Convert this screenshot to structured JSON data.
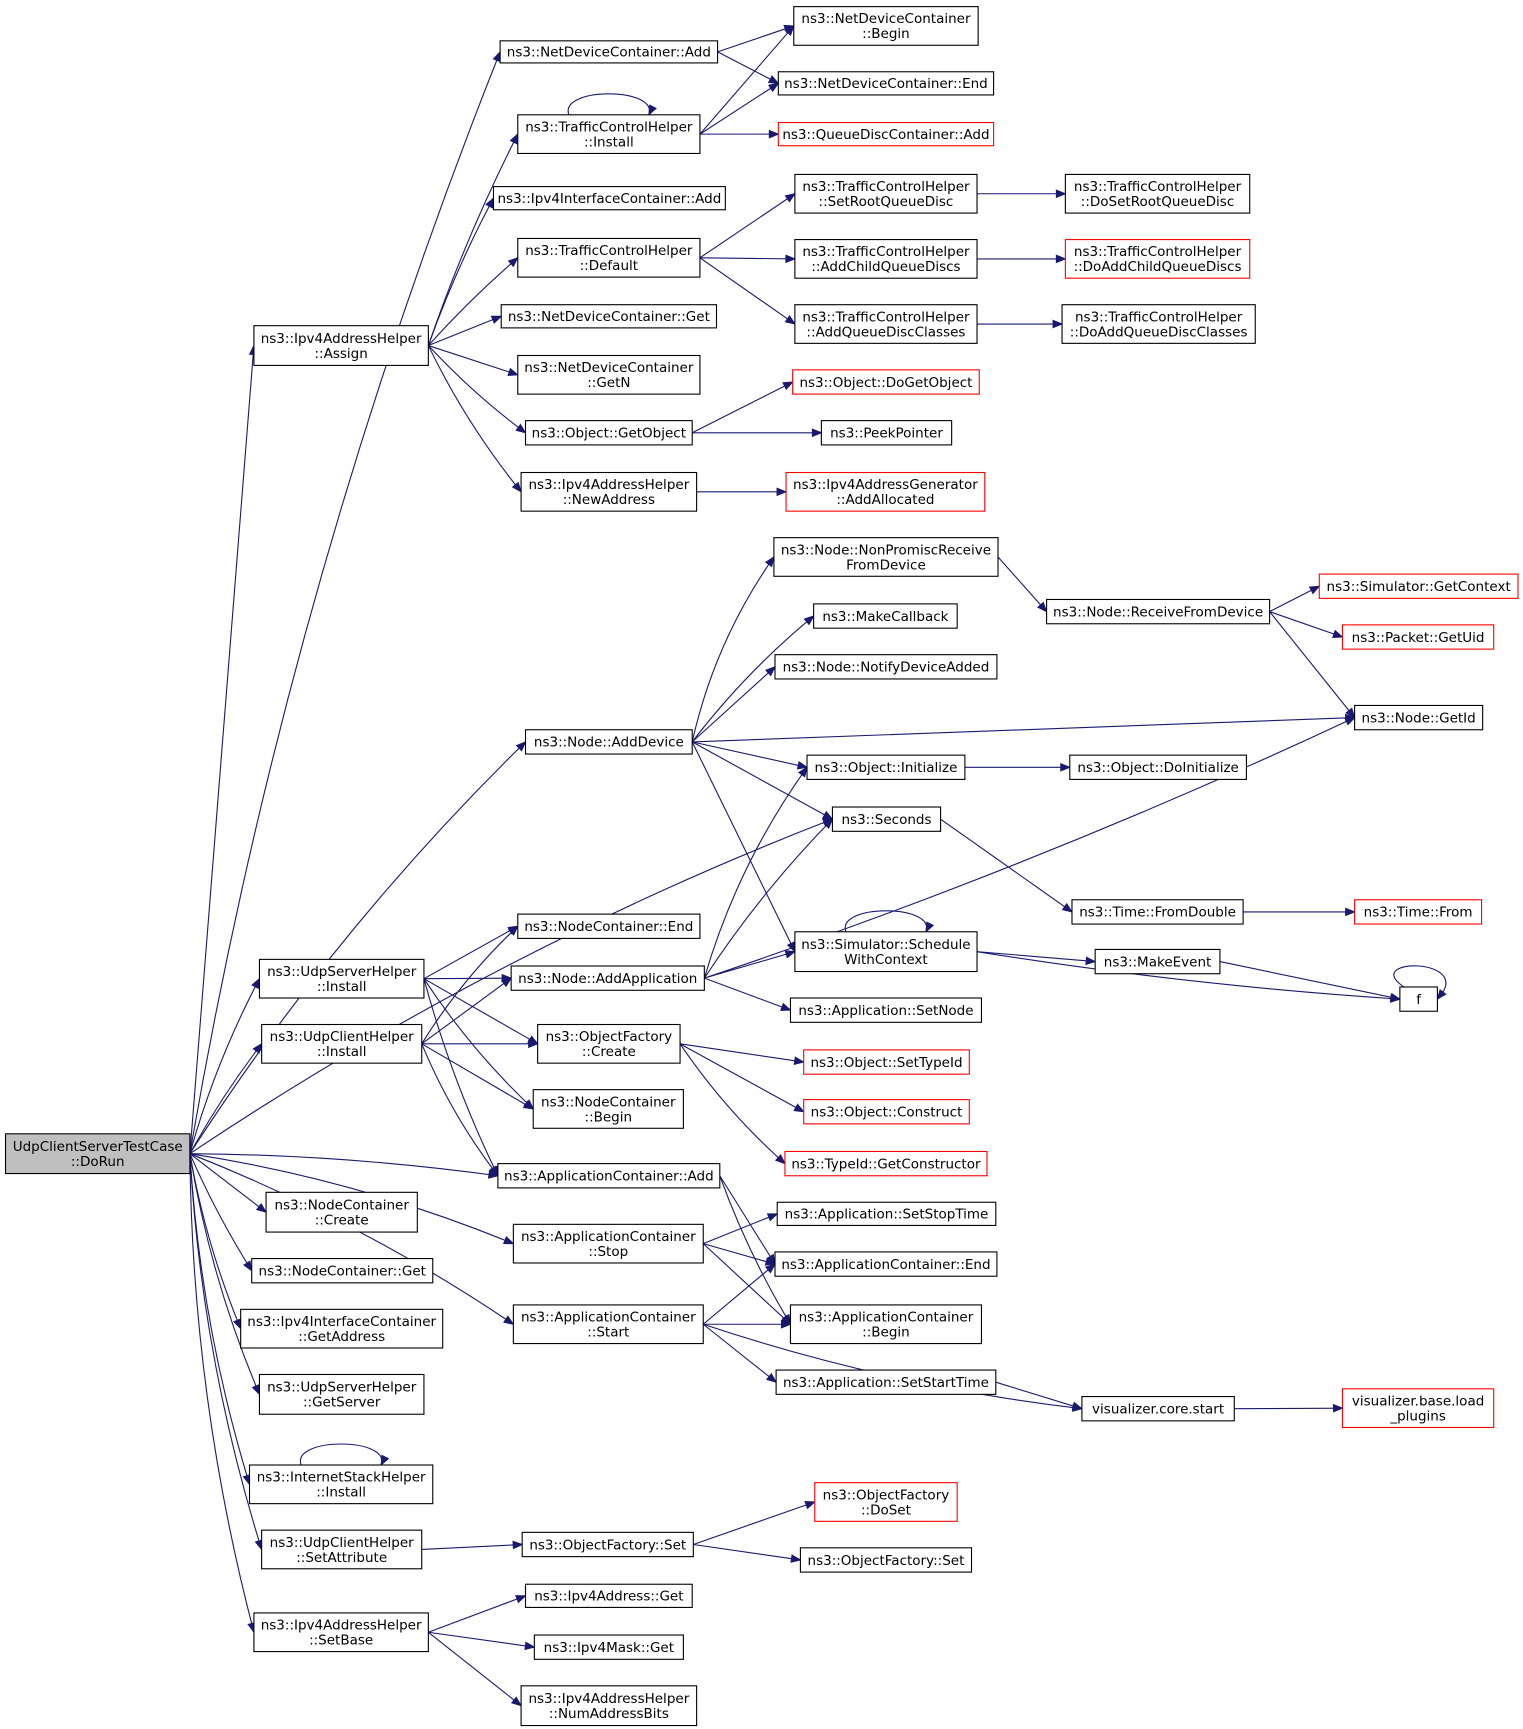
{
  "colors": {
    "edge": "#191970",
    "node_border": "#000000",
    "missing_border": "#ff0000",
    "root_fill": "#bfbfbf"
  },
  "nodes": {
    "root": {
      "lines": [
        "UdpClientServerTestCase",
        "::DoRun"
      ],
      "kind": "root"
    },
    "ndc_add": {
      "lines": [
        "ns3::NetDeviceContainer::Add"
      ]
    },
    "ndc_begin": {
      "lines": [
        "ns3::NetDeviceContainer",
        "::Begin"
      ]
    },
    "ndc_end": {
      "lines": [
        "ns3::NetDeviceContainer::End"
      ]
    },
    "tch_install": {
      "lines": [
        "ns3::TrafficControlHelper",
        "::Install"
      ]
    },
    "qdc_add": {
      "lines": [
        "ns3::QueueDiscContainer::Add"
      ],
      "kind": "missing"
    },
    "ipv4ic_add": {
      "lines": [
        "ns3::Ipv4InterfaceContainer::Add"
      ]
    },
    "tch_setroot": {
      "lines": [
        "ns3::TrafficControlHelper",
        "::SetRootQueueDisc"
      ]
    },
    "tch_dosetroot": {
      "lines": [
        "ns3::TrafficControlHelper",
        "::DoSetRootQueueDisc"
      ]
    },
    "tch_default": {
      "lines": [
        "ns3::TrafficControlHelper",
        "::Default"
      ]
    },
    "tch_addchild": {
      "lines": [
        "ns3::TrafficControlHelper",
        "::AddChildQueueDiscs"
      ]
    },
    "tch_doaddchild": {
      "lines": [
        "ns3::TrafficControlHelper",
        "::DoAddChildQueueDiscs"
      ],
      "kind": "missing"
    },
    "ipv4ah_assign": {
      "lines": [
        "ns3::Ipv4AddressHelper",
        "::Assign"
      ]
    },
    "ndc_get": {
      "lines": [
        "ns3::NetDeviceContainer::Get"
      ]
    },
    "tch_addclasses": {
      "lines": [
        "ns3::TrafficControlHelper",
        "::AddQueueDiscClasses"
      ]
    },
    "tch_doaddclasses": {
      "lines": [
        "ns3::TrafficControlHelper",
        "::DoAddQueueDiscClasses"
      ]
    },
    "ndc_getn": {
      "lines": [
        "ns3::NetDeviceContainer",
        "::GetN"
      ]
    },
    "obj_dogetobject": {
      "lines": [
        "ns3::Object::DoGetObject"
      ],
      "kind": "missing"
    },
    "obj_getobject": {
      "lines": [
        "ns3::Object::GetObject"
      ]
    },
    "peekpointer": {
      "lines": [
        "ns3::PeekPointer"
      ]
    },
    "ipv4ah_newaddr": {
      "lines": [
        "ns3::Ipv4AddressHelper",
        "::NewAddress"
      ]
    },
    "ipv4ag_addalloc": {
      "lines": [
        "ns3::Ipv4AddressGenerator",
        "::AddAllocated"
      ],
      "kind": "missing"
    },
    "node_nonpromisc": {
      "lines": [
        "ns3::Node::NonPromiscReceive",
        "FromDevice"
      ]
    },
    "node_recvfrom": {
      "lines": [
        "ns3::Node::ReceiveFromDevice"
      ]
    },
    "sim_getcontext": {
      "lines": [
        "ns3::Simulator::GetContext"
      ],
      "kind": "missing"
    },
    "makecallback": {
      "lines": [
        "ns3::MakeCallback"
      ]
    },
    "packet_getuid": {
      "lines": [
        "ns3::Packet::GetUid"
      ],
      "kind": "missing"
    },
    "node_notify": {
      "lines": [
        "ns3::Node::NotifyDeviceAdded"
      ]
    },
    "node_getid": {
      "lines": [
        "ns3::Node::GetId"
      ]
    },
    "node_adddevice": {
      "lines": [
        "ns3::Node::AddDevice"
      ]
    },
    "obj_initialize": {
      "lines": [
        "ns3::Object::Initialize"
      ]
    },
    "obj_doinitialize": {
      "lines": [
        "ns3::Object::DoInitialize"
      ]
    },
    "seconds": {
      "lines": [
        "ns3::Seconds"
      ]
    },
    "time_fromdouble": {
      "lines": [
        "ns3::Time::FromDouble"
      ]
    },
    "time_from": {
      "lines": [
        "ns3::Time::From"
      ],
      "kind": "missing"
    },
    "nc_end": {
      "lines": [
        "ns3::NodeContainer::End"
      ]
    },
    "udpsh_install": {
      "lines": [
        "ns3::UdpServerHelper",
        "::Install"
      ]
    },
    "sim_schedule": {
      "lines": [
        "ns3::Simulator::Schedule",
        "WithContext"
      ]
    },
    "node_addapp": {
      "lines": [
        "ns3::Node::AddApplication"
      ]
    },
    "makeevent": {
      "lines": [
        "ns3::MakeEvent"
      ]
    },
    "f": {
      "lines": [
        "f"
      ]
    },
    "app_setnode": {
      "lines": [
        "ns3::Application::SetNode"
      ]
    },
    "udpch_install": {
      "lines": [
        "ns3::UdpClientHelper",
        "::Install"
      ]
    },
    "of_create": {
      "lines": [
        "ns3::ObjectFactory",
        "::Create"
      ]
    },
    "obj_settypeid": {
      "lines": [
        "ns3::Object::SetTypeId"
      ],
      "kind": "missing"
    },
    "nc_begin": {
      "lines": [
        "ns3::NodeContainer",
        "::Begin"
      ]
    },
    "obj_construct": {
      "lines": [
        "ns3::Object::Construct"
      ],
      "kind": "missing"
    },
    "typeid_getctor": {
      "lines": [
        "ns3::TypeId::GetConstructor"
      ],
      "kind": "missing"
    },
    "ac_add": {
      "lines": [
        "ns3::ApplicationContainer::Add"
      ]
    },
    "nc_create": {
      "lines": [
        "ns3::NodeContainer",
        "::Create"
      ]
    },
    "app_setstop": {
      "lines": [
        "ns3::Application::SetStopTime"
      ]
    },
    "ac_stop": {
      "lines": [
        "ns3::ApplicationContainer",
        "::Stop"
      ]
    },
    "ac_end": {
      "lines": [
        "ns3::ApplicationContainer::End"
      ]
    },
    "nc_get": {
      "lines": [
        "ns3::NodeContainer::Get"
      ]
    },
    "ac_start": {
      "lines": [
        "ns3::ApplicationContainer",
        "::Start"
      ]
    },
    "ac_begin": {
      "lines": [
        "ns3::ApplicationContainer",
        "::Begin"
      ]
    },
    "ipv4ic_getaddr": {
      "lines": [
        "ns3::Ipv4InterfaceContainer",
        "::GetAddress"
      ]
    },
    "app_setstart": {
      "lines": [
        "ns3::Application::SetStartTime"
      ]
    },
    "udpsh_getserver": {
      "lines": [
        "ns3::UdpServerHelper",
        "::GetServer"
      ]
    },
    "vis_start": {
      "lines": [
        "visualizer.core.start"
      ]
    },
    "vis_load": {
      "lines": [
        "visualizer.base.load",
        "_plugins"
      ],
      "kind": "missing"
    },
    "ish_install": {
      "lines": [
        "ns3::InternetStackHelper",
        "::Install"
      ]
    },
    "of_doset": {
      "lines": [
        "ns3::ObjectFactory",
        "::DoSet"
      ],
      "kind": "missing"
    },
    "udpch_setattr": {
      "lines": [
        "ns3::UdpClientHelper",
        "::SetAttribute"
      ]
    },
    "of_set1": {
      "lines": [
        "ns3::ObjectFactory::Set"
      ]
    },
    "of_set2": {
      "lines": [
        "ns3::ObjectFactory::Set"
      ]
    },
    "ipv4addr_get": {
      "lines": [
        "ns3::Ipv4Address::Get"
      ]
    },
    "ipv4ah_setbase": {
      "lines": [
        "ns3::Ipv4AddressHelper",
        "::SetBase"
      ]
    },
    "ipv4mask_get": {
      "lines": [
        "ns3::Ipv4Mask::Get"
      ]
    },
    "ipv4ah_numbits": {
      "lines": [
        "ns3::Ipv4AddressHelper",
        "::NumAddressBits"
      ]
    }
  }
}
